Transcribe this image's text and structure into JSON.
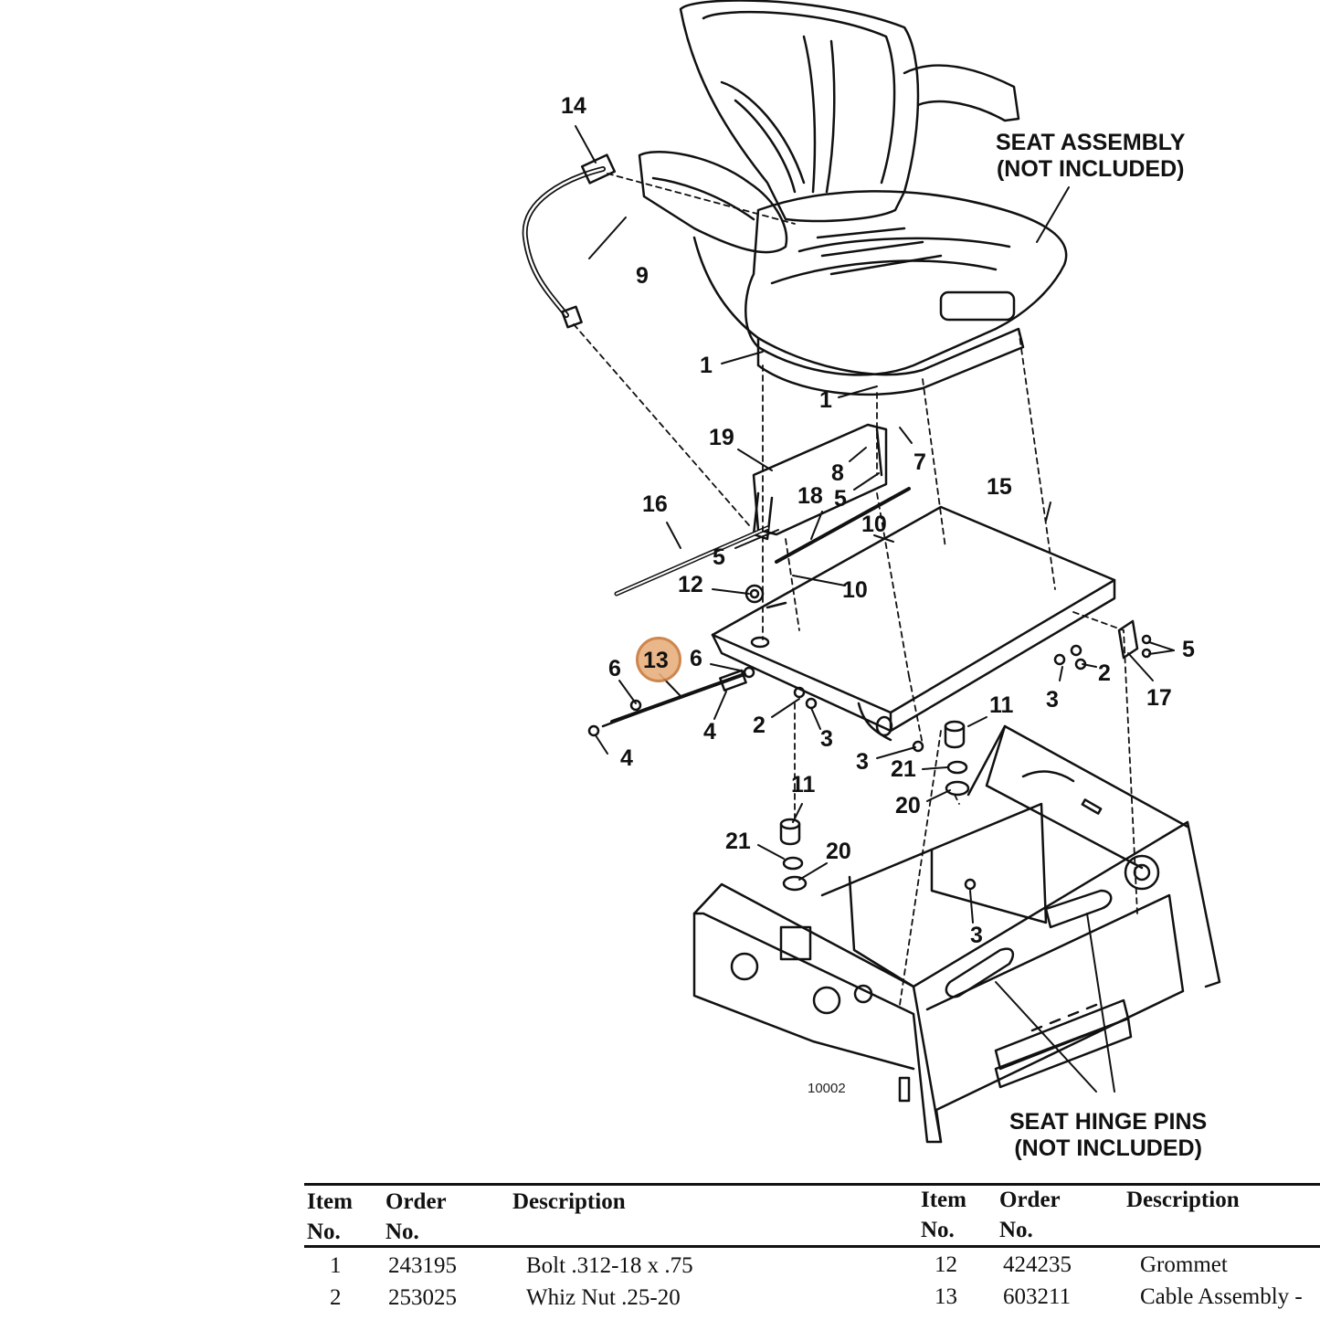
{
  "diagram": {
    "figure_id": "10002",
    "notes": {
      "seat_assembly": [
        "SEAT ASSEMBLY",
        "(NOT INCLUDED)"
      ],
      "seat_hinge_pins": [
        "SEAT HINGE PINS",
        "(NOT INCLUDED)"
      ]
    },
    "callouts": [
      "14",
      "9",
      "1",
      "1",
      "19",
      "8",
      "7",
      "16",
      "18",
      "5",
      "10",
      "15",
      "5",
      "12",
      "10",
      "6",
      "13",
      "6",
      "4",
      "2",
      "3",
      "3",
      "2",
      "5",
      "17",
      "4",
      "11",
      "3",
      "21",
      "20",
      "11",
      "21",
      "20",
      "3"
    ],
    "highlighted_item": "13"
  },
  "table": {
    "headers": {
      "item_1": "Item",
      "item_2": "No.",
      "order_1": "Order",
      "order_2": "No.",
      "description": "Description"
    },
    "rows": [
      {
        "item": "1",
        "order": "243195",
        "description": "Bolt .312-18 x .75"
      },
      {
        "item": "2",
        "order": "253025",
        "description": "Whiz Nut .25-20"
      },
      {
        "item": "12",
        "order": "424235",
        "description": "Grommet"
      },
      {
        "item": "13",
        "order": "603211",
        "description": "Cable Assembly -"
      }
    ]
  }
}
